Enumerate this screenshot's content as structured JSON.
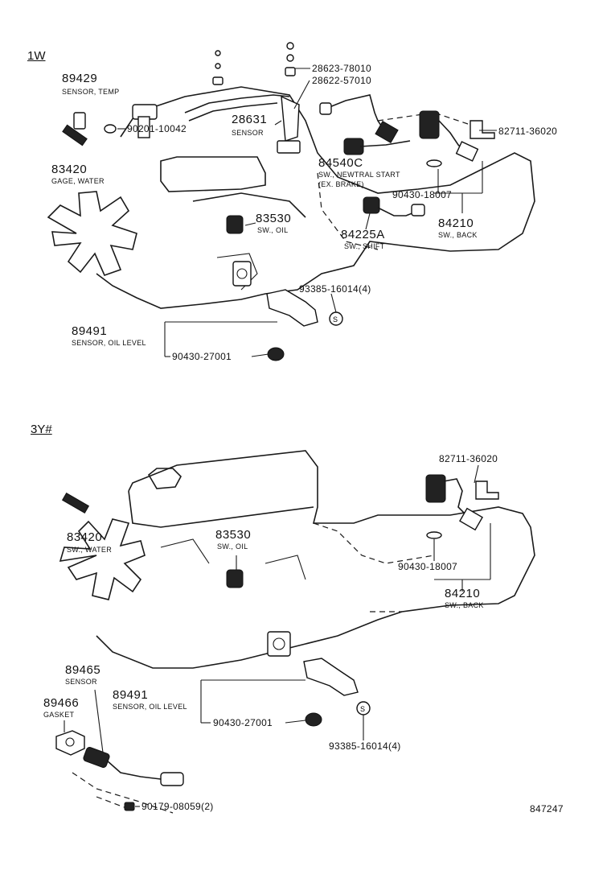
{
  "section_1w": {
    "title": "1W",
    "callouts": {
      "p89429": {
        "number": "89429",
        "name": "SENSOR, TEMP"
      },
      "p90201": {
        "number": "90201-10042"
      },
      "p28631": {
        "number": "28631",
        "name": "SENSOR"
      },
      "p28623": {
        "number": "28623-78010"
      },
      "p28622": {
        "number": "28622-57010"
      },
      "p82711": {
        "number": "82711-36020"
      },
      "p83420": {
        "number": "83420",
        "name": "GAGE, WATER"
      },
      "p84540c": {
        "number": "84540C",
        "name": "SW., NEWTRAL START",
        "note": "(EX. BRAKE)"
      },
      "p90430_18007": {
        "number": "90430-18007"
      },
      "p83530": {
        "number": "83530",
        "name": "SW., OIL"
      },
      "p84210": {
        "number": "84210",
        "name": "SW., BACK"
      },
      "p84225a": {
        "number": "84225A",
        "name": "SW., SHIFT"
      },
      "p93385": {
        "number": "93385-16014(4)"
      },
      "p89491": {
        "number": "89491",
        "name": "SENSOR, OIL LEVEL"
      },
      "p90430_27001": {
        "number": "90430-27001"
      }
    }
  },
  "section_3y": {
    "title": "3Y#",
    "callouts": {
      "p82711": {
        "number": "82711-36020"
      },
      "p83420": {
        "number": "83420",
        "name": "SW., WATER"
      },
      "p83530": {
        "number": "83530",
        "name": "SW., OIL"
      },
      "p90430_18007": {
        "number": "90430-18007"
      },
      "p84210": {
        "number": "84210",
        "name": "SW., BACK"
      },
      "p89465": {
        "number": "89465",
        "name": "SENSOR"
      },
      "p89466": {
        "number": "89466",
        "name": "GASKET"
      },
      "p89491": {
        "number": "89491",
        "name": "SENSOR, OIL LEVEL"
      },
      "p90430_27001": {
        "number": "90430-27001"
      },
      "p93385": {
        "number": "93385-16014(4)"
      },
      "p90179": {
        "number": "90179-08059(2)"
      }
    }
  },
  "figure_id": "847247",
  "colors": {
    "ink": "#111111",
    "paper": "#ffffff"
  }
}
